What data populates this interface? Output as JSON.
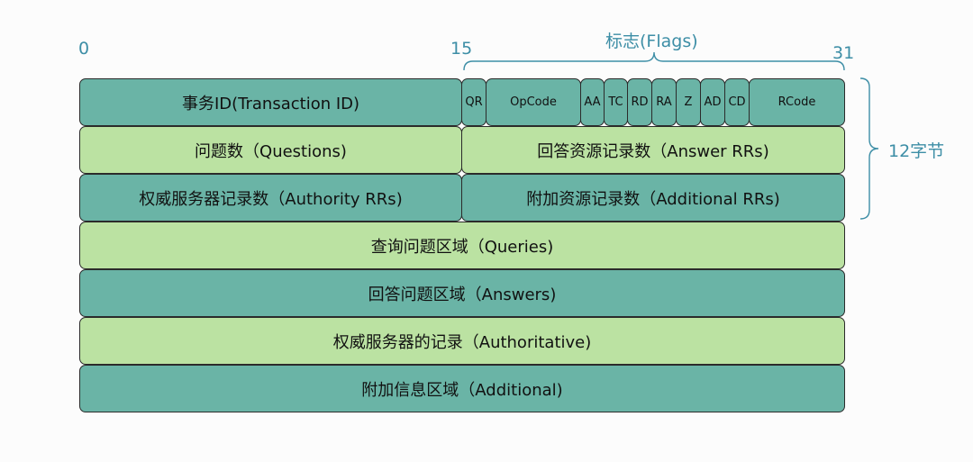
{
  "bit_labels": {
    "start": "0",
    "mid": "15",
    "end": "31"
  },
  "flags_label": "标志(Flags)",
  "header_size_label": "12字节",
  "rows": {
    "transaction_id": "事务ID(Transaction ID)",
    "flags": {
      "qr": "QR",
      "opcode": "OpCode",
      "aa": "AA",
      "tc": "TC",
      "rd": "RD",
      "ra": "RA",
      "z": "Z",
      "ad": "AD",
      "cd": "CD",
      "rcode": "RCode"
    },
    "questions": "问题数（Questions)",
    "answer_rrs": "回答资源记录数（Answer RRs)",
    "authority_rrs": "权威服务器记录数（Authority RRs)",
    "additional_rrs": "附加资源记录数（Additional RRs)",
    "queries": "查询问题区域（Queries)",
    "answers": "回答问题区域（Answers)",
    "authoritative": "权威服务器的记录（Authoritative)",
    "additional": "附加信息区域（Additional)"
  },
  "colors": {
    "teal": "#6ab4a6",
    "green": "#bbe2a2",
    "label": "#3d8ea6"
  }
}
